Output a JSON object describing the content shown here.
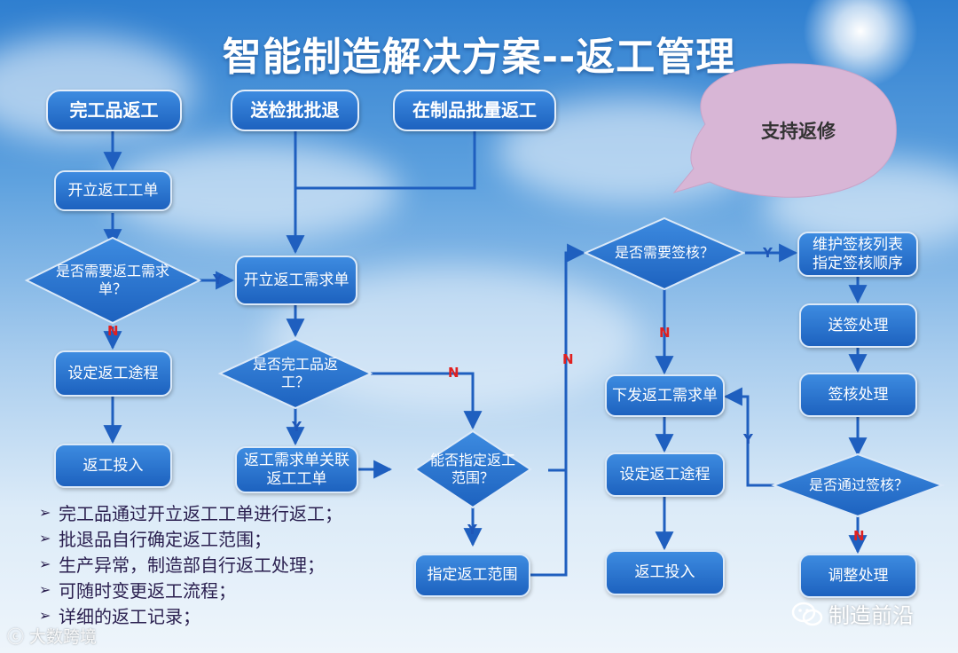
{
  "title": "智能制造解决方案--返工管理",
  "bubble": "支持返修",
  "headers": {
    "finished": "完工品返工",
    "inspect": "送检批批退",
    "wip": "在制品批量返工"
  },
  "left_flow": {
    "open_order": "开立返工工单",
    "need_request": "是否需要返工需求单？",
    "set_route": "设定返工途程",
    "rework_input": "返工投入"
  },
  "mid_flow": {
    "open_request": "开立返工需求单",
    "is_finished": "是否完工品返工？",
    "link_order": "返工需求单关联返工工单",
    "can_specify": "能否指定返工范围？",
    "specify_range": "指定返工范围"
  },
  "right_flow": {
    "need_signoff": "是否需要签核？",
    "issue_request": "下发返工需求单",
    "set_route": "设定返工途程",
    "rework_input": "返工投入"
  },
  "sign_flow": {
    "maintain": "维护签核列表\n指定签核顺序",
    "send": "送签处理",
    "signoff": "签核处理",
    "passed": "是否通过签核？",
    "adjust": "调整处理"
  },
  "labels": {
    "y": "Y",
    "n": "N"
  },
  "notes": [
    "完工品通过开立返工工单进行返工；",
    "批退品自行确定返工范围；",
    "生产异常，制造部自行返工处理；",
    "可随时变更返工流程；",
    "详细的返工记录；"
  ],
  "watermark_left": "大数跨境",
  "watermark_right": "制造前沿"
}
